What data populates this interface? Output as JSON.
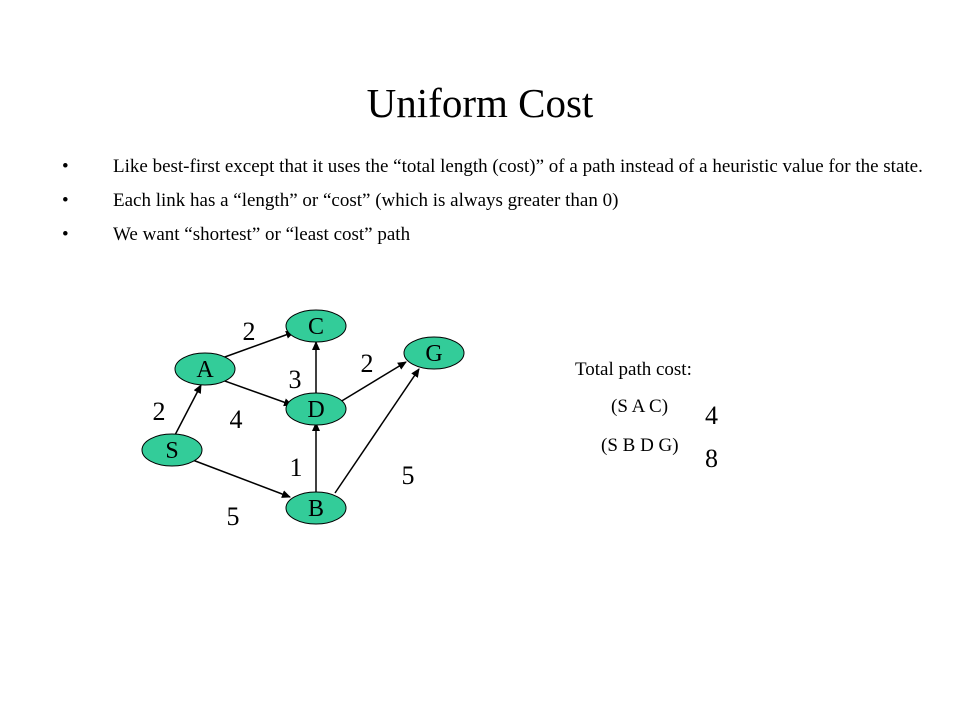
{
  "slide": {
    "title": "Uniform Cost",
    "bullet_glyph": "•",
    "bullets": [
      "Like best-first except that it uses the “total length (cost)” of a path instead of a heuristic value for the state.",
      "Each link has a “length” or “cost” (which is always greater than 0)",
      "We want “shortest” or “least  cost” path"
    ]
  },
  "graph": {
    "node_color": "#33cc99",
    "nodes": {
      "S": "S",
      "A": "A",
      "B": "B",
      "C": "C",
      "D": "D",
      "G": "G"
    },
    "edges": [
      {
        "from": "S",
        "to": "A",
        "cost": "2"
      },
      {
        "from": "S",
        "to": "B",
        "cost": "5"
      },
      {
        "from": "A",
        "to": "C",
        "cost": "2"
      },
      {
        "from": "A",
        "to": "D",
        "cost": "4"
      },
      {
        "from": "D",
        "to": "C",
        "cost": "3"
      },
      {
        "from": "B",
        "to": "D",
        "cost": "1"
      },
      {
        "from": "D",
        "to": "G",
        "cost": "2"
      },
      {
        "from": "B",
        "to": "G",
        "cost": "5"
      }
    ]
  },
  "path_costs": {
    "title": "Total path cost:",
    "paths": [
      {
        "label": "(S A C)",
        "cost": "4"
      },
      {
        "label": "(S B D G)",
        "cost": "8"
      }
    ]
  }
}
